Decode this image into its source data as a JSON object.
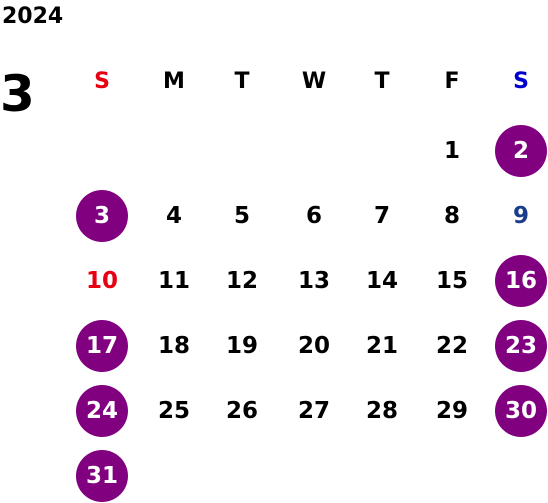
{
  "calendar": {
    "year": "2024",
    "month": "3",
    "weekdays": [
      {
        "label": "S",
        "color": "#e60012"
      },
      {
        "label": "M",
        "color": "#000000"
      },
      {
        "label": "T",
        "color": "#000000"
      },
      {
        "label": "W",
        "color": "#000000"
      },
      {
        "label": "T",
        "color": "#000000"
      },
      {
        "label": "F",
        "color": "#000000"
      },
      {
        "label": "S",
        "color": "#0000cc"
      }
    ],
    "highlight_color": "#800080",
    "weeks": [
      [
        null,
        null,
        null,
        null,
        null,
        {
          "day": "1"
        },
        {
          "day": "2",
          "highlight": true
        }
      ],
      [
        {
          "day": "3",
          "highlight": true
        },
        {
          "day": "4"
        },
        {
          "day": "5"
        },
        {
          "day": "6"
        },
        {
          "day": "7"
        },
        {
          "day": "8"
        },
        {
          "day": "9",
          "color": "#1a3c8c"
        }
      ],
      [
        {
          "day": "10",
          "color": "#e60012"
        },
        {
          "day": "11"
        },
        {
          "day": "12"
        },
        {
          "day": "13"
        },
        {
          "day": "14"
        },
        {
          "day": "15"
        },
        {
          "day": "16",
          "highlight": true
        }
      ],
      [
        {
          "day": "17",
          "highlight": true
        },
        {
          "day": "18"
        },
        {
          "day": "19"
        },
        {
          "day": "20"
        },
        {
          "day": "21"
        },
        {
          "day": "22"
        },
        {
          "day": "23",
          "highlight": true
        }
      ],
      [
        {
          "day": "24",
          "highlight": true
        },
        {
          "day": "25"
        },
        {
          "day": "26"
        },
        {
          "day": "27"
        },
        {
          "day": "28"
        },
        {
          "day": "29"
        },
        {
          "day": "30",
          "highlight": true
        }
      ],
      [
        {
          "day": "31",
          "highlight": true
        },
        null,
        null,
        null,
        null,
        null,
        null
      ]
    ]
  }
}
